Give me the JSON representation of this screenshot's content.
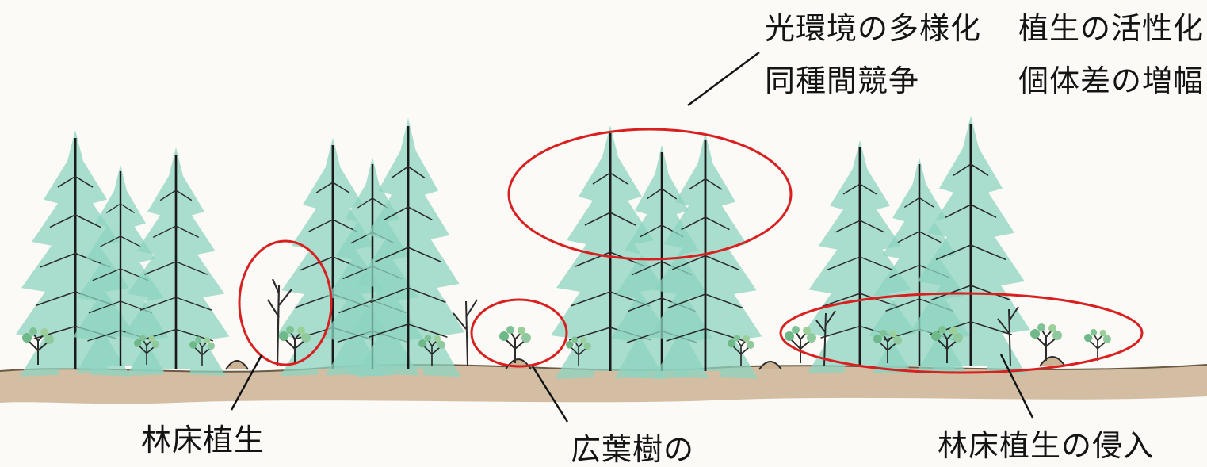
{
  "annotations": {
    "light_diversification": "光環境の多様化",
    "vegetation_activation": "植生の活性化",
    "intraspecific_competition": "同種間競争",
    "individual_variation": "個体差の増幅",
    "forest_floor_vegetation": "林床植生",
    "broadleaf_trees": "広葉樹の",
    "forest_floor_invasion": "林床植生の侵入"
  },
  "colors": {
    "conifer_foliage": "#8ed3c0",
    "ground": "#cbb394",
    "highlight_ring": "#d82020",
    "ink": "#1a1a1a"
  }
}
